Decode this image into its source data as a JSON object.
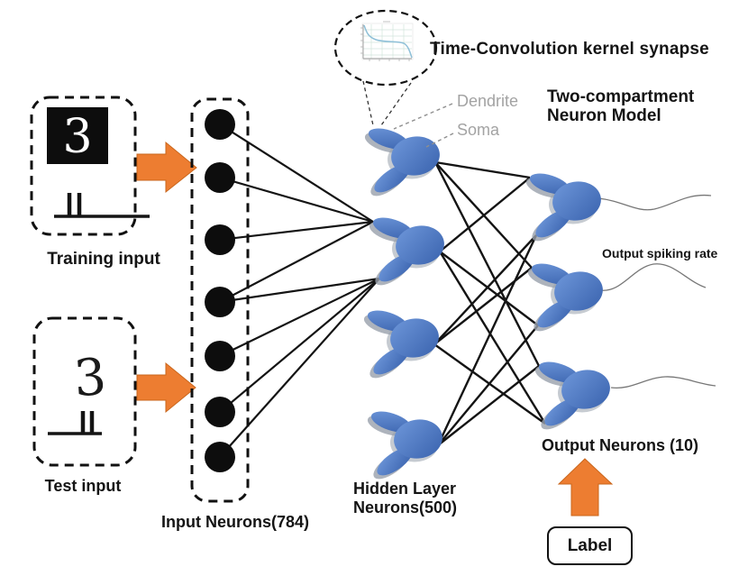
{
  "diagram": {
    "callout": {
      "label": "Time-Convolution kernel synapse",
      "plot_icon": "time-convolution-kernel-curve"
    },
    "neuron_model": {
      "title_line1": "Two-compartment",
      "title_line2": "Neuron Model",
      "dendrite": "Dendrite",
      "soma": "Soma"
    },
    "training": {
      "label": "Training input",
      "digit": "3"
    },
    "test": {
      "label": "Test input",
      "digit": "3"
    },
    "input_layer": {
      "label": "Input Neurons(784)"
    },
    "hidden_layer": {
      "label_line1": "Hidden Layer",
      "label_line2": "Neurons(500)"
    },
    "output_layer": {
      "label": "Output Neurons (10)",
      "spiking_label": "Output spiking rate"
    },
    "label_box": {
      "label": "Label"
    },
    "colors": {
      "neuron_blue_light": "#6e97da",
      "neuron_blue_dark": "#3a63ae",
      "arrow_orange": "#ED7D31",
      "gray_label_text": "#a3a3a3",
      "line_black": "#141414"
    }
  }
}
